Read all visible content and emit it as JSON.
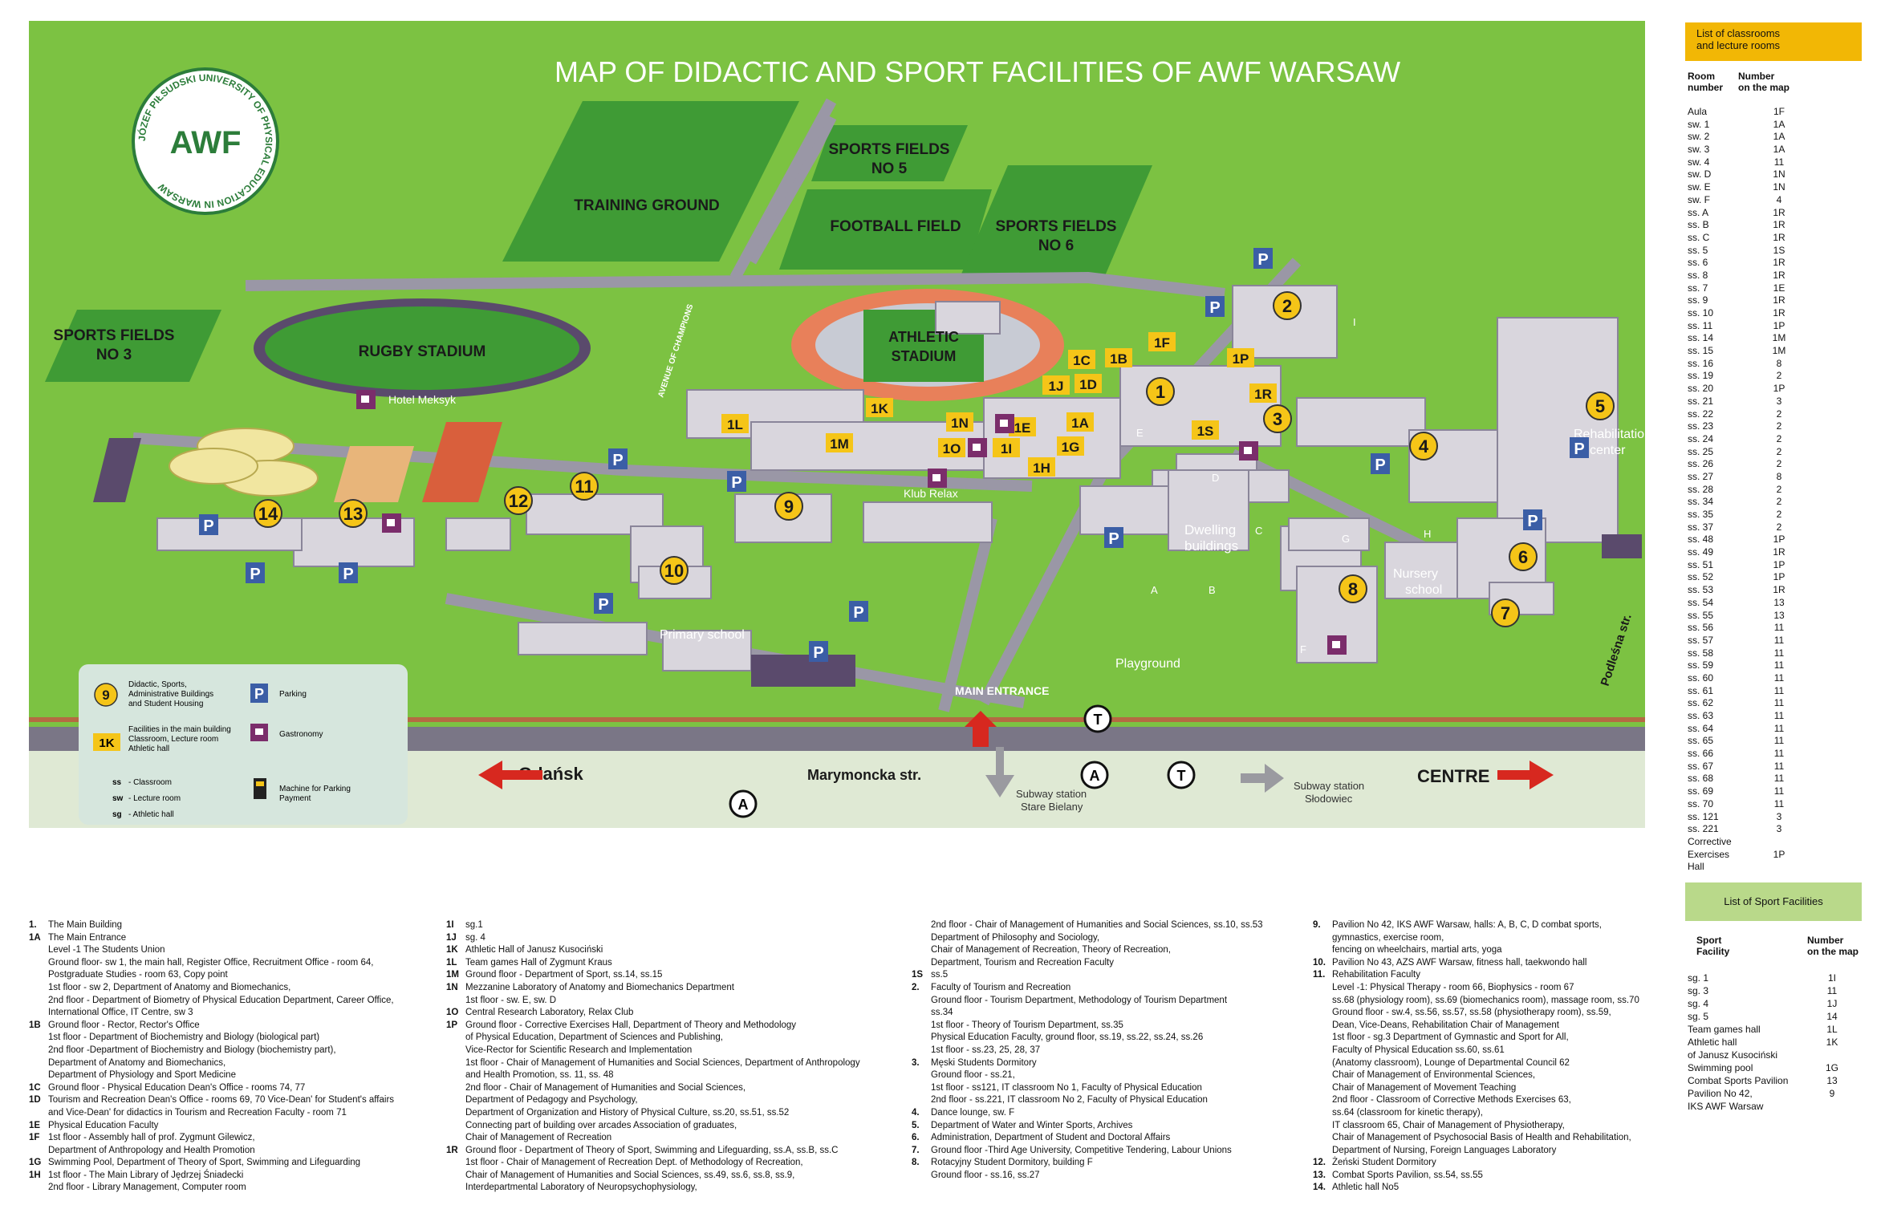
{
  "map": {
    "title": "MAP OF DIDACTIC AND SPORT FACILITIES OF AWF WARSAW",
    "logo": {
      "ring_text": "JÓZEF PIŁSUDSKI UNIVERSITY OF PHYSICAL EDUCATION IN WARSAW",
      "monogram": "AWF"
    },
    "fields": {
      "training_ground": "TRAINING GROUND",
      "sports_fields_5": [
        "SPORTS FIELDS",
        "NO 5"
      ],
      "football_field": "FOOTBALL FIELD",
      "sports_fields_6": [
        "SPORTS FIELDS",
        "NO 6"
      ],
      "sports_fields_3": [
        "SPORTS FIELDS",
        "NO 3"
      ],
      "rugby_stadium": "RUGBY STADIUM",
      "athletic_stadium": [
        "ATHLETIC",
        "STADIUM"
      ],
      "avenue": "AVENUE OF CHAMPIONS"
    },
    "place_labels": {
      "hotel": "Hotel Meksyk",
      "klub_relax": "Klub Relax",
      "dwelling": [
        "Dwelling",
        "buildings"
      ],
      "rehab": [
        "Rehabilitation",
        "center"
      ],
      "nursery": [
        "Nursery",
        "school"
      ],
      "primary_school": "Primary school",
      "playground": "Playground",
      "main_entrance": "MAIN ENTRANCE",
      "marymoncka": "Marymoncka str.",
      "podlesna": "Podleśna str.",
      "gdansk": "Gdańsk",
      "centre": "CENTRE",
      "subway_stare": [
        "Subway station",
        "Stare Bielany"
      ],
      "subway_slodowiec": [
        "Subway station",
        "Słodowiec"
      ]
    },
    "building_letters": [
      "A",
      "B",
      "C",
      "D",
      "E",
      "F",
      "G",
      "H",
      "I"
    ],
    "numbered_buildings": [
      "1",
      "2",
      "3",
      "4",
      "5",
      "6",
      "7",
      "8",
      "9",
      "10",
      "11",
      "12",
      "13",
      "14"
    ],
    "main_building_tags": [
      "1A",
      "1B",
      "1C",
      "1D",
      "1E",
      "1F",
      "1G",
      "1H",
      "1I",
      "1J",
      "1K",
      "1L",
      "1M",
      "1N",
      "1O",
      "1P",
      "1R",
      "1S"
    ],
    "symbols": {
      "parking": "P",
      "tram": "T",
      "bus": "A"
    },
    "colors": {
      "grass": "#7cc242",
      "field": "#3f9b35",
      "road": "#9a97a6",
      "track": "#e8805a",
      "building": "#d9d6dd",
      "marker": "#f5c518",
      "parking": "#3b5ea6",
      "gastronomy": "#7b2d6b"
    }
  },
  "legend_box": {
    "items": [
      {
        "symbol": "9",
        "text": [
          "Didactic, Sports,",
          "Administrative Buildings",
          "and Student Housing"
        ]
      },
      {
        "symbol": "P",
        "text": [
          "Parking"
        ]
      },
      {
        "symbol": "1K",
        "text": [
          "Facilities in the main building",
          "Classroom, Lecture room",
          "Athletic hall"
        ]
      },
      {
        "symbol": "gastronomy-icon",
        "text": [
          "Gastronomy"
        ]
      },
      {
        "symbol": "ss",
        "text": [
          "- Classroom"
        ]
      },
      {
        "symbol": "sw",
        "text": [
          "- Lecture room"
        ]
      },
      {
        "symbol": "sg",
        "text": [
          "- Athletic hall"
        ]
      },
      {
        "symbol": "parking-machine-icon",
        "text": [
          "Machine for Parking",
          "Payment"
        ]
      }
    ]
  },
  "classrooms": {
    "heading": [
      "List of classrooms",
      "and lecture rooms"
    ],
    "col_room": [
      "Room",
      "number"
    ],
    "col_map": [
      "Number",
      "on the map"
    ],
    "rows": [
      [
        "Aula",
        "1F"
      ],
      [
        "sw. 1",
        "1A"
      ],
      [
        "sw. 2",
        "1A"
      ],
      [
        "sw. 3",
        "1A"
      ],
      [
        "sw. 4",
        "11"
      ],
      [
        "sw. D",
        "1N"
      ],
      [
        "sw. E",
        "1N"
      ],
      [
        "sw. F",
        "4"
      ],
      [
        "ss. A",
        "1R"
      ],
      [
        "ss. B",
        "1R"
      ],
      [
        "ss. C",
        "1R"
      ],
      [
        "ss. 5",
        "1S"
      ],
      [
        "ss. 6",
        "1R"
      ],
      [
        "ss. 8",
        "1R"
      ],
      [
        "ss. 7",
        "1E"
      ],
      [
        "ss. 9",
        "1R"
      ],
      [
        "ss. 10",
        "1R"
      ],
      [
        "ss. 11",
        "1P"
      ],
      [
        "ss. 14",
        "1M"
      ],
      [
        "ss. 15",
        "1M"
      ],
      [
        "ss. 16",
        "8"
      ],
      [
        "ss. 19",
        "2"
      ],
      [
        "ss. 20",
        "1P"
      ],
      [
        "ss. 21",
        "3"
      ],
      [
        "ss. 22",
        "2"
      ],
      [
        "ss. 23",
        "2"
      ],
      [
        "ss. 24",
        "2"
      ],
      [
        "ss. 25",
        "2"
      ],
      [
        "ss. 26",
        "2"
      ],
      [
        "ss. 27",
        "8"
      ],
      [
        "ss. 28",
        "2"
      ],
      [
        "ss. 34",
        "2"
      ],
      [
        "ss. 35",
        "2"
      ],
      [
        "ss. 37",
        "2"
      ],
      [
        "ss. 48",
        "1P"
      ],
      [
        "ss. 49",
        "1R"
      ],
      [
        "ss. 51",
        "1P"
      ],
      [
        "ss. 52",
        "1P"
      ],
      [
        "ss. 53",
        "1R"
      ],
      [
        "ss. 54",
        "13"
      ],
      [
        "ss. 55",
        "13"
      ],
      [
        "ss. 56",
        "11"
      ],
      [
        "ss. 57",
        "11"
      ],
      [
        "ss. 58",
        "11"
      ],
      [
        "ss. 59",
        "11"
      ],
      [
        "ss. 60",
        "11"
      ],
      [
        "ss. 61",
        "11"
      ],
      [
        "ss. 62",
        "11"
      ],
      [
        "ss. 63",
        "11"
      ],
      [
        "ss. 64",
        "11"
      ],
      [
        "ss. 65",
        "11"
      ],
      [
        "ss. 66",
        "11"
      ],
      [
        "ss. 67",
        "11"
      ],
      [
        "ss. 68",
        "11"
      ],
      [
        "ss. 69",
        "11"
      ],
      [
        "ss. 70",
        "11"
      ],
      [
        "ss. 121",
        "3"
      ],
      [
        "ss. 221",
        "3"
      ],
      [
        "Corrective",
        ""
      ],
      [
        "Exercises",
        "1P"
      ],
      [
        "Hall",
        ""
      ]
    ]
  },
  "sport_facilities": {
    "heading": "List of Sport Facilities",
    "col_facility": [
      "Sport",
      "Facility"
    ],
    "col_map": [
      "Number",
      "on the map"
    ],
    "rows": [
      [
        "sg. 1",
        "1I"
      ],
      [
        "sg. 3",
        "11"
      ],
      [
        "sg. 4",
        "1J"
      ],
      [
        "sg. 5",
        "14"
      ],
      [
        "Team games hall",
        "1L"
      ],
      [
        "Athletic hall",
        "1K"
      ],
      [
        "of Janusz Kusociński",
        ""
      ],
      [
        "Swimming pool",
        "1G"
      ],
      [
        "Combat Sports Pavilion",
        "13"
      ],
      [
        "Pavilion No 42,",
        "9"
      ],
      [
        "IKS AWF Warsaw",
        ""
      ]
    ]
  },
  "legend_text": {
    "col1": [
      [
        "1.",
        "The Main Building"
      ],
      [
        "1A",
        "The Main Entrance"
      ],
      [
        "",
        "Level -1  The Students Union"
      ],
      [
        "",
        "Ground floor- sw 1, the main hall, Register Office, Recruitment Office - room 64,"
      ],
      [
        "",
        "Postgraduate Studies - room 63, Copy  point"
      ],
      [
        "",
        "1st floor - sw 2, Department of Anatomy and Biomechanics,"
      ],
      [
        "",
        "2nd floor - Department of Biometry of Physical Education Department, Career Office,"
      ],
      [
        "",
        "International Office, IT Centre, sw 3"
      ],
      [
        "1B",
        "Ground floor - Rector, Rector's Office"
      ],
      [
        "",
        "1st floor - Department of Biochemistry and Biology (biological part)"
      ],
      [
        "",
        "2nd floor -Department of Biochemistry and Biology (biochemistry part),"
      ],
      [
        "",
        "Department of Anatomy and Biomechanics,"
      ],
      [
        "",
        "Department of Physiology and Sport Medicine"
      ],
      [
        "1C",
        "Ground floor - Physical Education Dean's Office -  rooms 74, 77"
      ],
      [
        "1D",
        "Tourism and Recreation Dean's Office - rooms 69, 70 Vice-Dean' for Student's affairs"
      ],
      [
        "",
        "and Vice-Dean' for didactics in Tourism and Recreation Faculty - room 71"
      ],
      [
        "1E",
        "Physical Education Faculty"
      ],
      [
        "1F",
        "1st floor - Assembly hall of prof. Zygmunt Gilewicz,"
      ],
      [
        "",
        "Department of Anthropology and Health Promotion"
      ],
      [
        "1G",
        "Swimming Pool, Department of Theory of Sport, Swimming and Lifeguarding"
      ],
      [
        "1H",
        "1st floor - The Main Library of Jędrzej Śniadecki"
      ],
      [
        "",
        "2nd floor - Library  Management, Computer room"
      ]
    ],
    "col2": [
      [
        "1I",
        "sg.1"
      ],
      [
        "1J",
        "sg. 4"
      ],
      [
        "1K",
        "Athletic Hall of Janusz Kusociński"
      ],
      [
        "1L",
        "Team games Hall of Zygmunt Kraus"
      ],
      [
        "1M",
        "Ground floor - Department of Sport, ss.14, ss.15"
      ],
      [
        "1N",
        "Mezzanine Laboratory of Anatomy and Biomechanics Department"
      ],
      [
        "",
        "1st floor - sw. E, sw. D"
      ],
      [
        "1O",
        "Central Research Laboratory, Relax Club"
      ],
      [
        "1P",
        "Ground floor - Corrective Exercises Hall, Department of Theory and Methodology"
      ],
      [
        "",
        "of Physical Education, Department of Sciences and Publishing,"
      ],
      [
        "",
        "Vice-Rector for Scientific Research and Implementation"
      ],
      [
        "",
        "1st floor - Chair of Management of Humanities and Social Sciences, Department of Anthropology"
      ],
      [
        "",
        "and Health Promotion, ss. 11, ss. 48"
      ],
      [
        "",
        "2nd floor - Chair of Management of Humanities and Social Sciences,"
      ],
      [
        "",
        "Department of Pedagogy and Psychology,"
      ],
      [
        "",
        "Department of Organization and History of Physical Culture, ss.20, ss.51, ss.52"
      ],
      [
        "",
        "Connecting part of building over arcades  Association of graduates,"
      ],
      [
        "",
        "Chair of Management of Recreation"
      ],
      [
        "1R",
        "Ground floor - Department of Theory of Sport, Swimming and Lifeguarding, ss.A, ss.B, ss.C"
      ],
      [
        "",
        "1st floor - Chair of Management of Recreation  Dept. of Methodology of Recreation,"
      ],
      [
        "",
        "Chair of Management of Humanities and Social Sciences, ss.49, ss.6, ss.8, ss.9,"
      ],
      [
        "",
        "Interdepartmental Laboratory of Neuropsychophysiology,"
      ]
    ],
    "col3": [
      [
        "",
        "2nd floor - Chair of Management of Humanities and Social Sciences, ss.10, ss.53"
      ],
      [
        "",
        "Department of Philosophy and Sociology,"
      ],
      [
        "",
        "Chair of Management of Recreation, Theory of Recreation,"
      ],
      [
        "",
        "Department, Tourism and Recreation Faculty"
      ],
      [
        "1S",
        "ss.5"
      ],
      [
        "2.",
        "Faculty of Tourism and Recreation"
      ],
      [
        "",
        "Ground floor - Tourism Department, Methodology of Tourism Department"
      ],
      [
        "",
        "ss.34"
      ],
      [
        "",
        "1st floor - Theory of Tourism Department, ss.35"
      ],
      [
        "",
        "Physical Education Faculty, ground floor, ss.19, ss.22, ss.24, ss.26"
      ],
      [
        "",
        "1st floor - ss.23, 25, 28, 37"
      ],
      [
        "3.",
        "Męski Students Dormitory"
      ],
      [
        "",
        "Ground floor - ss.21,"
      ],
      [
        "",
        "1st floor - ss121, IT classroom No 1, Faculty of Physical Education"
      ],
      [
        "",
        "2nd floor - ss.221, IT classroom No 2,  Faculty of Physical Education"
      ],
      [
        "4.",
        "Dance lounge, sw. F"
      ],
      [
        "5.",
        "Department of Water and Winter Sports, Archives"
      ],
      [
        "6.",
        "Administration, Department of Student and Doctoral Affairs"
      ],
      [
        "7.",
        "Ground floor  -Third Age University, Competitive Tendering, Labour Unions"
      ],
      [
        "8.",
        "Rotacyjny Student Dormitory, building F"
      ],
      [
        "",
        "Ground floor - ss.16, ss.27"
      ]
    ],
    "col4": [
      [
        "9.",
        "Pavilion No 42, IKS AWF Warsaw, halls: A, B, C, D  combat sports,"
      ],
      [
        "",
        "gymnastics, exercise room,"
      ],
      [
        "",
        "fencing on wheelchairs, martial arts, yoga"
      ],
      [
        "10.",
        "Pavilion No 43, AZS AWF Warsaw, fitness hall, taekwondo hall"
      ],
      [
        "11.",
        "Rehabilitation Faculty"
      ],
      [
        "",
        "Level -1: Physical Therapy - room 66, Biophysics - room 67"
      ],
      [
        "",
        "ss.68 (physiology room), ss.69 (biomechanics room), massage room, ss.70"
      ],
      [
        "",
        "Ground floor - sw.4, ss.56, ss.57, ss.58 (physiotherapy room), ss.59,"
      ],
      [
        "",
        "Dean, Vice-Deans, Rehabilitation Chair of Management"
      ],
      [
        "",
        "1st floor - sg.3  Department of Gymnastic and Sport for All,"
      ],
      [
        "",
        "Faculty of Physical Education ss.60, ss.61"
      ],
      [
        "",
        "(Anatomy classroom), Lounge of Departmental Council 62"
      ],
      [
        "",
        "Chair of Management of Environmental Sciences,"
      ],
      [
        "",
        "Chair of Management of Movement Teaching"
      ],
      [
        "",
        "2nd floor -  Classroom of  Corrective Methods Exercises 63,"
      ],
      [
        "",
        "ss.64 (classroom for kinetic therapy),"
      ],
      [
        "",
        "IT classroom 65, Chair of Management of Physiotherapy,"
      ],
      [
        "",
        "Chair of Management of Psychosocial  Basis of Health and Rehabilitation,"
      ],
      [
        "",
        "Department of Nursing, Foreign Languages Laboratory"
      ],
      [
        "12.",
        "Żeński Student Dormitory"
      ],
      [
        "13.",
        "Combat Sports Pavilion, ss.54, ss.55"
      ],
      [
        "14.",
        "Athletic hall No5"
      ]
    ]
  }
}
